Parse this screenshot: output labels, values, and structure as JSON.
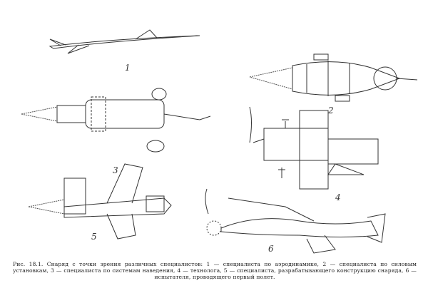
{
  "figure": {
    "labels": [
      "1",
      "2",
      "3",
      "4",
      "5",
      "6"
    ],
    "caption": "Рис. 18.1. Снаряд с точки зрения различных специалистов: 1 — специалиста по аэродинамике, 2 — специалиста по силовым установкам, 3 — специалиста по системам наведения, 4 — технолога, 5 — специалиста, разрабатывающего конструкцию снаряда, 6 — испытателя, проводящего первый полет."
  }
}
